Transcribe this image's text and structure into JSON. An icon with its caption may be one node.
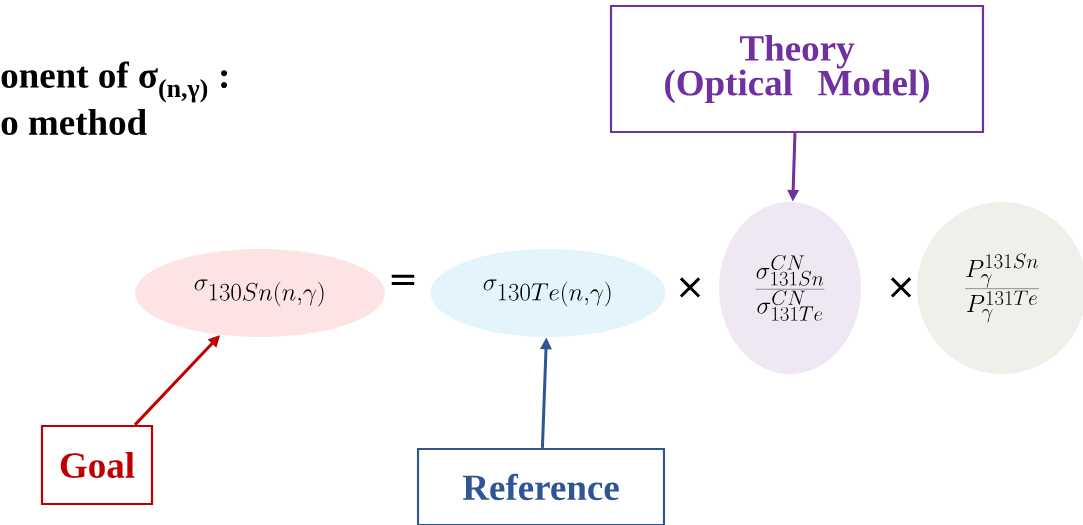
{
  "diagram": {
    "nodes": [
      {
        "text": [
          "Theory (Optical Model)"
        ]
      },
      {
        "text": [
          "\\sigma_{130Sn(n,\\gamma)}"
        ]
      },
      {
        "text": [
          "\\sigma_{130Te(n,\\gamma)}"
        ]
      },
      {
        "text": [
          "\\frac{\\sigma^{CN}_{131Sn}}{\\sigma^{CN}_{131Te}}"
        ]
      },
      {
        "text": [
          "\\frac{P^{131Sn}_{\\gamma}}{P^{131Te}_{\\gamma}}"
        ]
      },
      {
        "text": [
          "Goal"
        ]
      },
      {
        "text": [
          "Reference"
        ]
      }
    ],
    "edges": [
      {
        "from": 0,
        "to": 3,
        "arrow": "to",
        "color": "#7030a0"
      },
      {
        "from": 5,
        "to": 1,
        "arrow": "to",
        "color": "#c00000"
      },
      {
        "from": 6,
        "to": 2,
        "arrow": "to",
        "color": "#2f5597"
      }
    ],
    "labels": [
      "onent of σ$_{(n,γ)}$ :",
      "o method",
      "=",
      "×",
      "×"
    ]
  }
}
